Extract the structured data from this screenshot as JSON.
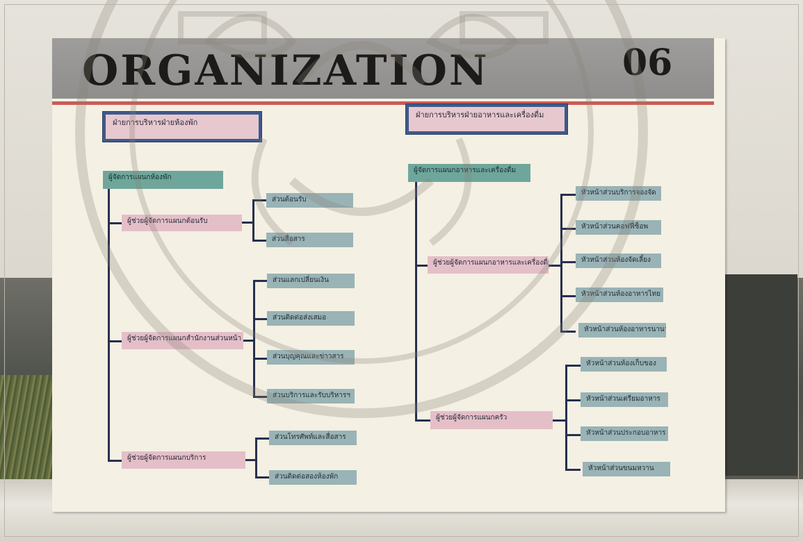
{
  "sign": {
    "title": "ORGANIZATION",
    "number": "06"
  },
  "left": {
    "header": "ฝ่ายการบริหารฝ่ายห้องพัก",
    "manager": "ผู้จัดการแผนกห้องพัก",
    "assistants": [
      {
        "label": "ผู้ช่วยผู้จัดการแผนกต้อนรับ",
        "units": [
          "ส่วนต้อนรับ",
          "ส่วนสื่อสาร"
        ]
      },
      {
        "label": "ผู้ช่วยผู้จัดการแผนกสำนักงานส่วนหน้า",
        "units": [
          "ส่วนแลกเปลี่ยนเงิน",
          "ส่วนติดต่อส่งเสมอ",
          "ส่วนบุญคุณและข่าวสาร",
          "ส่วนบริการและรับบริหารฯ"
        ]
      },
      {
        "label": "ผู้ช่วยผู้จัดการแผนกบริการ",
        "units": [
          "ส่วนโทรศัพท์และสื่อสาร",
          "ส่วนติดต่อสองห้องพัก"
        ]
      }
    ]
  },
  "right": {
    "header": "ฝ่ายการบริหารฝ่ายอาหารและเครื่องดื่ม",
    "manager": "ผู้จัดการแผนกอาหารและเครื่องดื่ม",
    "assistants": [
      {
        "label": "ผู้ช่วยผู้จัดการแผนกอาหารและเครื่องดื่ม",
        "units": [
          "หัวหน้าส่วนบริการจองจัด",
          "หัวหน้าส่วนคอฟฟี่ช็อพ",
          "หัวหน้าส่วนห้องจัดเลี้ยง",
          "หัวหน้าส่วนห้องอาหารไทย",
          "หัวหน้าส่วนห้องอาหารนานาชาติ"
        ]
      },
      {
        "label": "ผู้ช่วยผู้จัดการแผนกครัว",
        "units": [
          "หัวหน้าส่วนห้องเก็บของ",
          "หัวหน้าส่วนเตรียมอาหาร",
          "หัวหน้าส่วนประกอบอาหาร",
          "หัวหน้าส่วนขนมหวาน"
        ]
      }
    ]
  },
  "colors": {
    "title_band": "#969594",
    "red_rule": "#c95b57",
    "header_fill": "#e7c8cf",
    "header_border": "#3f5a8a",
    "manager_fill": "#6fa69c",
    "assistant_fill": "#e4bfc8",
    "unit_fill": "#99b3b6",
    "connector": "#27304f"
  }
}
